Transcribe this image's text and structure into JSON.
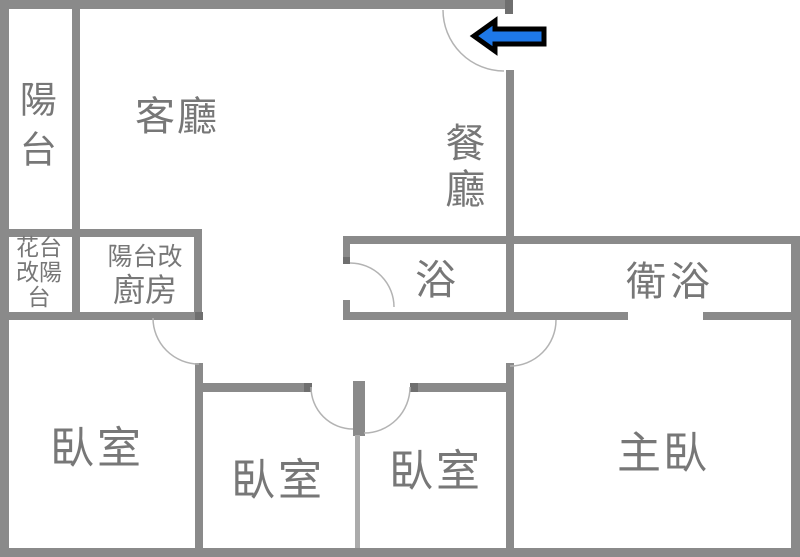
{
  "title": "apartment-floor-plan",
  "colors": {
    "wall": "#8a8a8a",
    "wall_dark": "#6f6f6f",
    "wall_thin": "#ababab",
    "door_arc": "#b3b3b3",
    "label_text": "#777777",
    "arrow_fill": "#1e78e8",
    "arrow_outline": "#000000",
    "background": "#ffffff"
  },
  "rooms": {
    "balcony": {
      "label": "陽台"
    },
    "living_room": {
      "label": "客廳"
    },
    "dining_room": {
      "label": "餐廳"
    },
    "flower_stand_balcony": {
      "label": "花台改陽台"
    },
    "kitchen": {
      "line1": "陽台改",
      "line2": "廚房"
    },
    "bath": {
      "label": "浴"
    },
    "full_bathroom": {
      "label": "衛浴"
    },
    "bedroom_left": {
      "label": "臥室"
    },
    "bedroom_middle_1": {
      "label": "臥室"
    },
    "bedroom_middle_2": {
      "label": "臥室"
    },
    "master_bedroom": {
      "label": "主臥"
    }
  },
  "entrance": {
    "arrow_direction": "left"
  }
}
